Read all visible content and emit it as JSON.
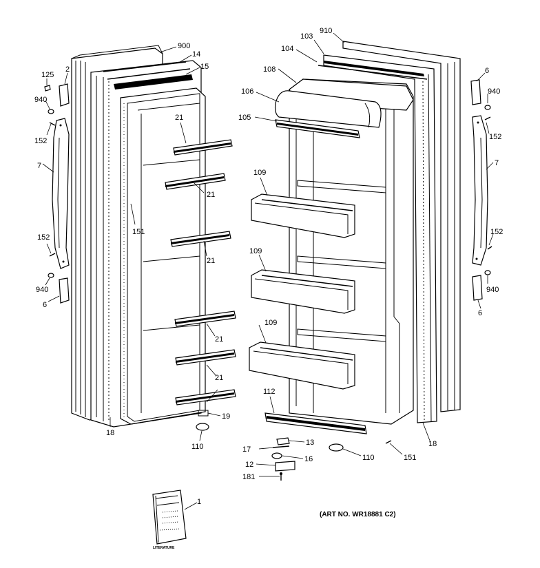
{
  "art_number": "(ART NO. WR18881 C2)",
  "literature_caption": "LITERATURE",
  "part_labels": {
    "p900": "900",
    "p14": "14",
    "p15": "15",
    "p125": "125",
    "p2": "2",
    "p940_left_top": "940",
    "p152_left_top": "152",
    "p7_left": "7",
    "p21_a": "21",
    "p21_b": "21",
    "p151_left": "151",
    "p21_c": "21",
    "p152_left_bottom": "152",
    "p940_left_bottom": "940",
    "p6_left": "6",
    "p21_d": "21",
    "p21_e": "21",
    "p19": "19",
    "p18_left": "18",
    "p110_left": "110",
    "p910": "910",
    "p103": "103",
    "p104": "104",
    "p108": "108",
    "p106": "106",
    "p105": "105",
    "p109_a": "109",
    "p109_b": "109",
    "p109_c": "109",
    "p112": "112",
    "p6_right_top": "6",
    "p940_right_top": "940",
    "p152_right_top": "152",
    "p7_right": "7",
    "p152_right_bottom": "152",
    "p940_right_bottom": "940",
    "p6_right_bottom": "6",
    "p18_right": "18",
    "p13": "13",
    "p17": "17",
    "p16": "16",
    "p12": "12",
    "p181": "181",
    "p110_right": "110",
    "p151_right": "151",
    "p1": "1"
  }
}
